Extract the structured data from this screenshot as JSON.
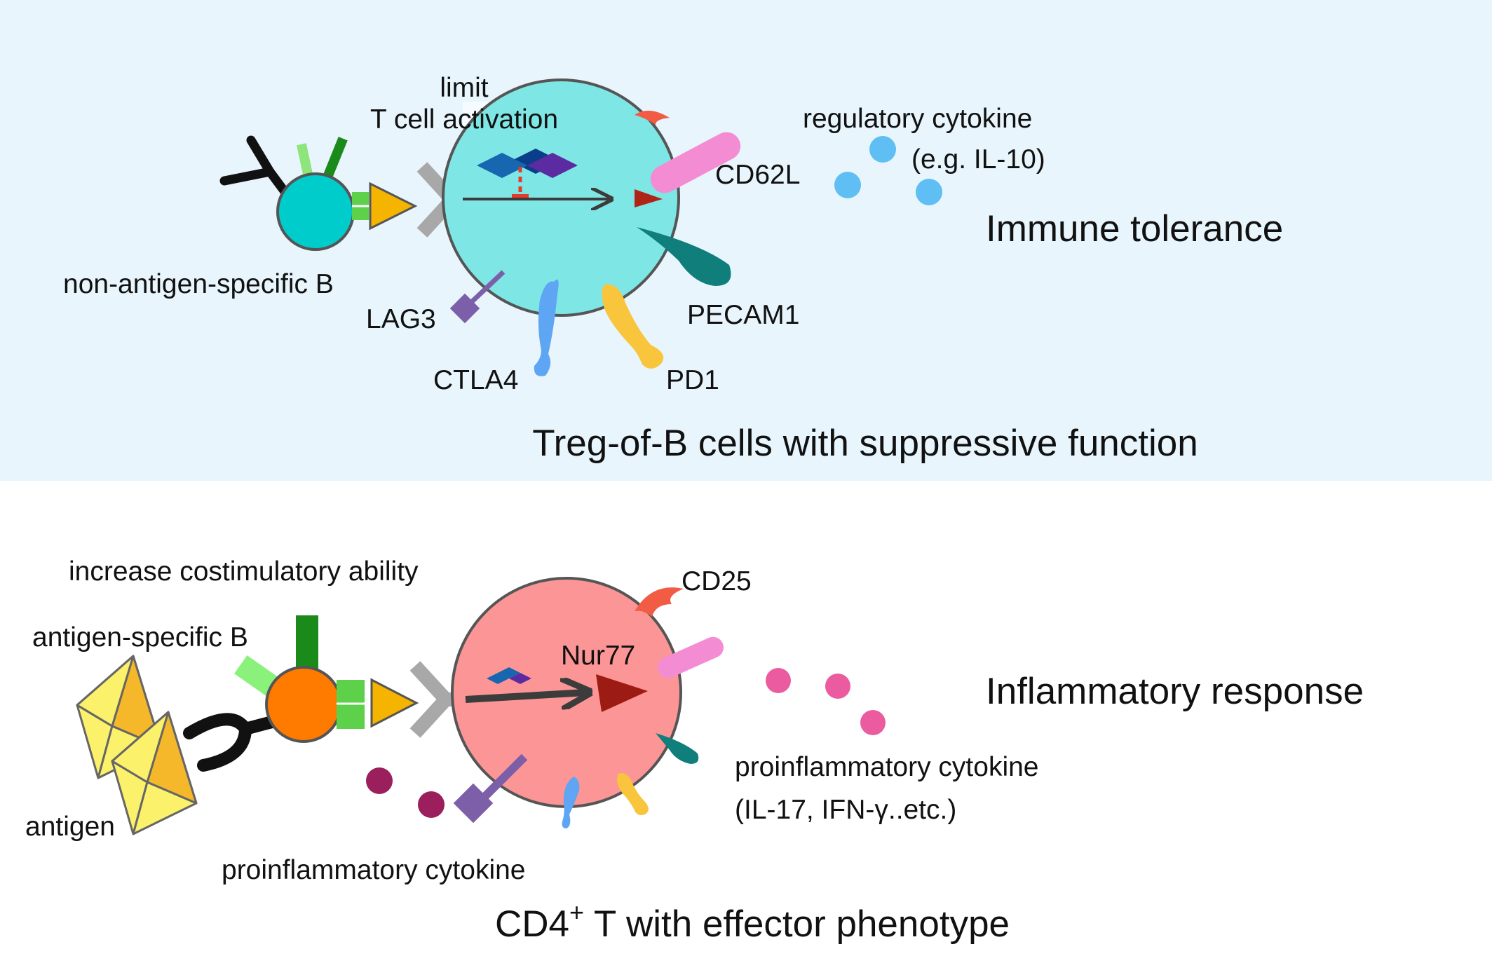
{
  "top_panel": {
    "limit_line1": "limit",
    "limit_line2": "T cell activation",
    "regulatory_line1": "regulatory cytokine",
    "regulatory_line2": "(e.g. IL-10)",
    "cd62l": "CD62L",
    "immune_tolerance": "Immune tolerance",
    "non_antigen_b": "non-antigen-specific B",
    "lag3": "LAG3",
    "pecam1": "PECAM1",
    "ctla4": "CTLA4",
    "pd1": "PD1",
    "caption": "Treg-of-B cells with suppressive function"
  },
  "bottom_panel": {
    "costim": "increase costimulatory ability",
    "antigen_specific_b": "antigen-specific B",
    "cd25": "CD25",
    "nur77": "Nur77",
    "inflammatory_response": "Inflammatory response",
    "proinflam_right_line1": "proinflammatory cytokine",
    "proinflam_right_line2": "(IL-17, IFN-γ..etc.)",
    "antigen": "antigen",
    "proinflam_bottom": "proinflammatory cytokine",
    "caption_pre": "CD4",
    "caption_sup": "+",
    "caption_post": " T with effector phenotype"
  },
  "colors": {
    "top_background": "#e8f5fc",
    "treg_cell": "#7ee6e4",
    "effector_cell": "#fc9596",
    "b_cell_top": "#00cccc",
    "b_cell_bottom": "#ff7b00",
    "il10": "#5fbef3",
    "proinflam_pink": "#ea5c9f",
    "proinflam_purple": "#9a1f5c"
  }
}
